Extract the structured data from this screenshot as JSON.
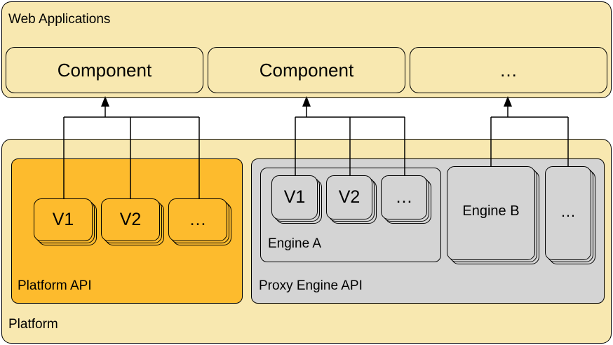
{
  "web_apps": {
    "title": "Web Applications",
    "components": [
      "Component",
      "Component",
      "…"
    ]
  },
  "platform": {
    "title": "Platform",
    "platform_api": {
      "title": "Platform API",
      "versions": [
        "V1",
        "V2",
        "…"
      ]
    },
    "proxy_engine_api": {
      "title": "Proxy Engine API",
      "engine_a": {
        "title": "Engine A",
        "versions": [
          "V1",
          "V2",
          "…"
        ]
      },
      "engine_b": {
        "title": "Engine B"
      },
      "more": "…"
    }
  },
  "colors": {
    "cream": "#f8e8b0",
    "orange": "#fdbb2d",
    "grey": "#d4d4d4",
    "stroke": "#000000"
  }
}
